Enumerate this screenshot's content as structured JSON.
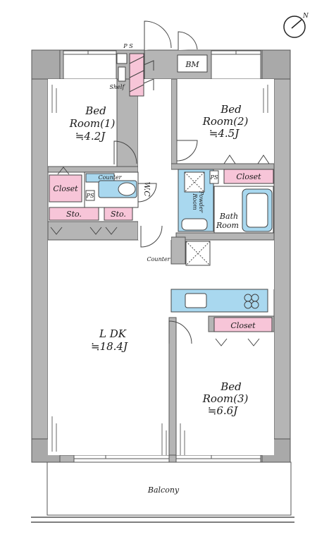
{
  "colors": {
    "wall": "#b5b5b5",
    "wall_stroke": "#555555",
    "closet": "#f7c5d8",
    "water": "#a9d8ef",
    "floor": "#ffffff"
  },
  "icons": [
    "compass-north-icon"
  ],
  "compass": {
    "label": "N"
  },
  "rooms": {
    "bed1": {
      "line1": "Bed",
      "line2": "Room(1)",
      "line3": "≒4.2J"
    },
    "bed2": {
      "line1": "Bed",
      "line2": "Room(2)",
      "line3": "≒4.5J"
    },
    "bed3": {
      "line1": "Bed",
      "line2": "Room(3)",
      "line3": "≒6.6J"
    },
    "ldk": {
      "line1": "L DK",
      "line2": "≒18.4J"
    }
  },
  "labels": {
    "ps_top": "P S",
    "shelf": "Shelf",
    "bm": "BM",
    "counter_wc": "Counter",
    "wc": "W.C",
    "closet_left": "Closet",
    "closet_right": "Closet",
    "closet_bed3": "Closet",
    "ps_small": "PS",
    "ps_wc": "PS",
    "powder_room_1": "Powder",
    "powder_room_2": "Room",
    "bath_1": "Bath",
    "bath_2": "Room",
    "sto1": "Sto.",
    "sto2": "Sto.",
    "counter_lower": "Counter",
    "balcony": "Balcony"
  }
}
